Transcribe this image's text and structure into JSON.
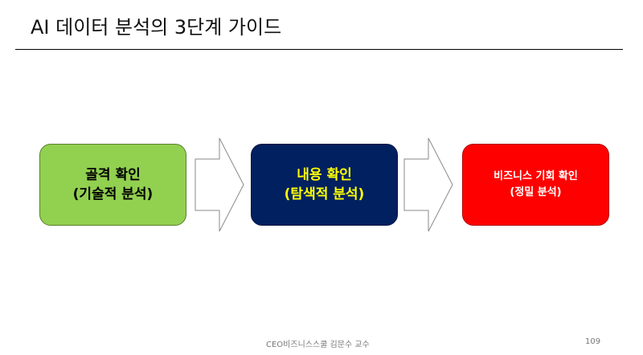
{
  "title": "AI 데이터 분석의 3단계 가이드",
  "steps": [
    {
      "line1": "골격 확인",
      "line2": "(기술적 분석)",
      "color": "#92d050"
    },
    {
      "line1": "내용 확인",
      "line2": "(탐색적 분석)",
      "color": "#002060"
    },
    {
      "line1": "비즈니스 기회 확인",
      "line2": "(정밀 분석)",
      "color": "#ff0000"
    }
  ],
  "footer": "CEO비즈니스스쿨 김문수 교수",
  "page_number": "109"
}
